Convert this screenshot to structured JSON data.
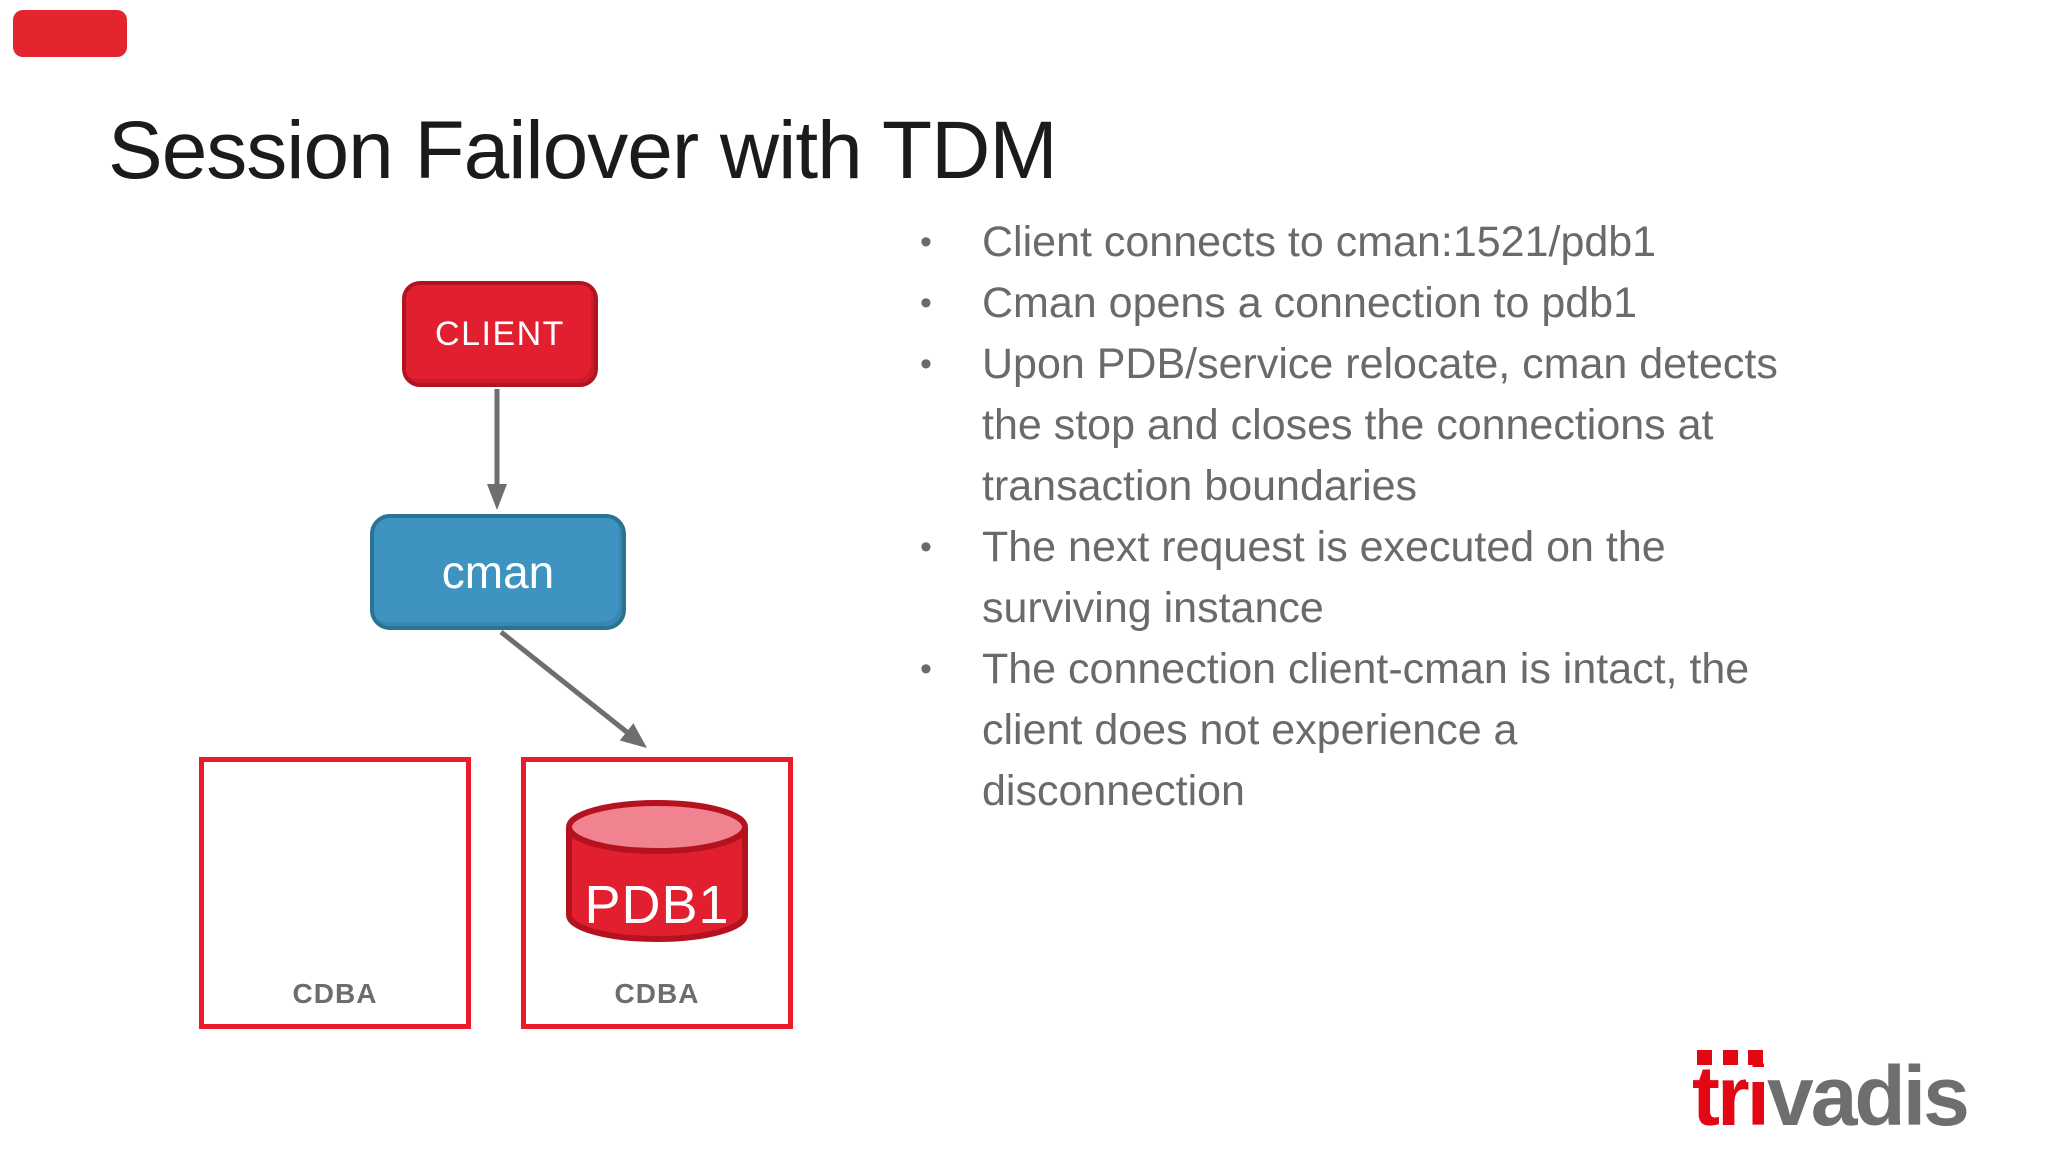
{
  "slide": {
    "title": "Session Failover with TDM",
    "background_color": "#ffffff",
    "title_color": "#1b1b1b"
  },
  "top_left_badge": {
    "color": "#e2252f"
  },
  "bullet_list": {
    "bullet_char": "•",
    "text_color": "#6a6a6a",
    "items": [
      {
        "lines": [
          "Client connects to cman:1521/pdb1"
        ]
      },
      {
        "lines": [
          "Cman opens a connection to pdb1"
        ]
      },
      {
        "lines": [
          "Upon PDB/service relocate, cman detects",
          "the stop and closes the connections at",
          "transaction boundaries"
        ]
      },
      {
        "lines": [
          "The next request is executed on the",
          "surviving instance"
        ]
      },
      {
        "lines": [
          "The connection client-cman is intact, the",
          "client does not experience a",
          "disconnection"
        ]
      }
    ]
  },
  "diagram": {
    "client_node": {
      "label": "CLIENT",
      "fill": "#e11f2f",
      "border": "#b01421",
      "text_color": "#ffffff"
    },
    "cman_node": {
      "label": "cman",
      "fill": "#3e93c1",
      "border": "#2a7391",
      "text_color": "#ffffff"
    },
    "pdb_cylinder": {
      "label": "PDB1",
      "fill": "#e11f2f",
      "top_fill": "#f0838f",
      "border": "#b5121f",
      "text_color": "#ffffff"
    },
    "cdba_left": {
      "label": "CDBA"
    },
    "cdba_right": {
      "label": "CDBA"
    },
    "cdba_border_color": "#ec1b2c",
    "cdba_label_color": "#6d6d6d",
    "arrow_color": "#6e6e6e"
  },
  "logo": {
    "red_part": "tri",
    "gray_part": "vadis",
    "red_color": "#e30613",
    "gray_color": "#6e6e6d"
  }
}
